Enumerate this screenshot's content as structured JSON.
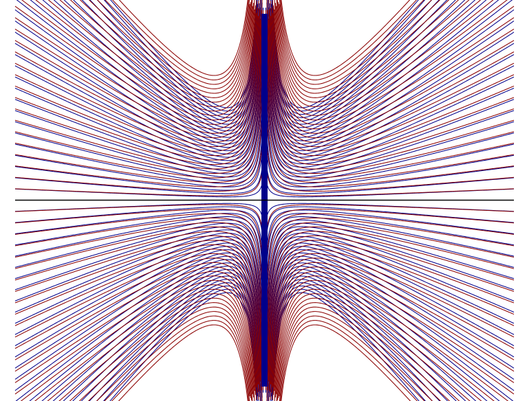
{
  "figure": {
    "description_type": "field-line-plot",
    "domain": {
      "x": [
        -2.7,
        2.7
      ],
      "y": [
        -2,
        2
      ]
    },
    "source_x": 0,
    "levels": {
      "min": -3.5,
      "max": 3.5,
      "step": 0.125
    },
    "colors": {
      "background": "#ffffff",
      "family_a": "#8b0000",
      "family_b": "#00008b",
      "axis": "#000000"
    },
    "show_horizontal_axis": true
  }
}
